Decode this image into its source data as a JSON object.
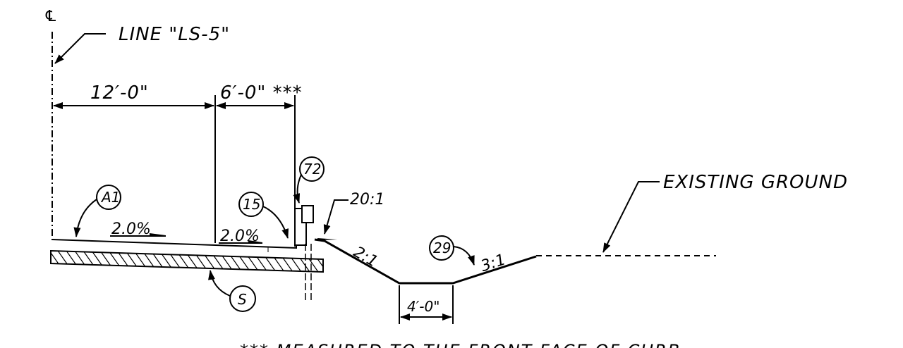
{
  "labels": {
    "centerline": "℄",
    "line_ref": "LINE \"LS-5\"",
    "dim_lane": "12′-0\"",
    "dim_shoulder": "6′-0\" ***",
    "existing_ground": "EXISTING GROUND",
    "slope_lane": "2.0%",
    "slope_shoulder": "2.0%",
    "slope_20_1": "20:1",
    "slope_2_1": "2:1",
    "slope_3_1": "3:1",
    "ditch_width": "4′-0\"",
    "note_bottom": "*** MEASURED TO THE FRONT FACE OF CURB"
  },
  "callouts": {
    "a1": "A1",
    "c15": "15",
    "c72": "72",
    "c29": "29",
    "s": "S"
  }
}
